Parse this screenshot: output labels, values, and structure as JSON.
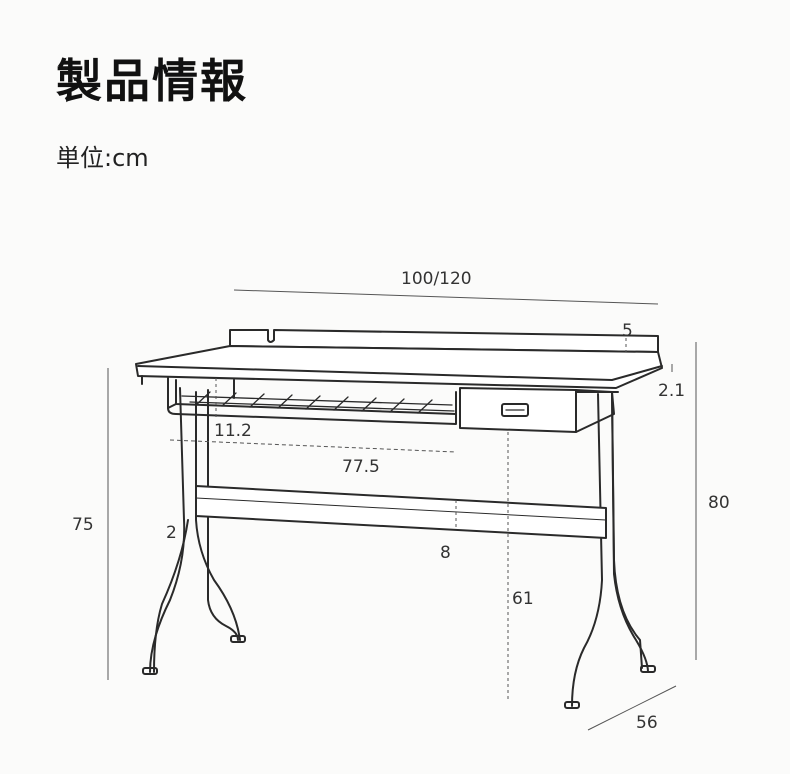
{
  "header": {
    "title": "製品情報",
    "unit": "単位:cm"
  },
  "dimensions": {
    "width": "100/120",
    "backboard": "5",
    "top_thickness": "2.1",
    "height_total": "80",
    "height_front": "75",
    "basket_depth": "11.2",
    "basket_width": "77.5",
    "bar_thickness": "2",
    "crossbar": "8",
    "legroom": "61",
    "depth": "56"
  },
  "colors": {
    "line": "#2a2a2a",
    "fill": "#ffffff",
    "text": "#111111"
  }
}
